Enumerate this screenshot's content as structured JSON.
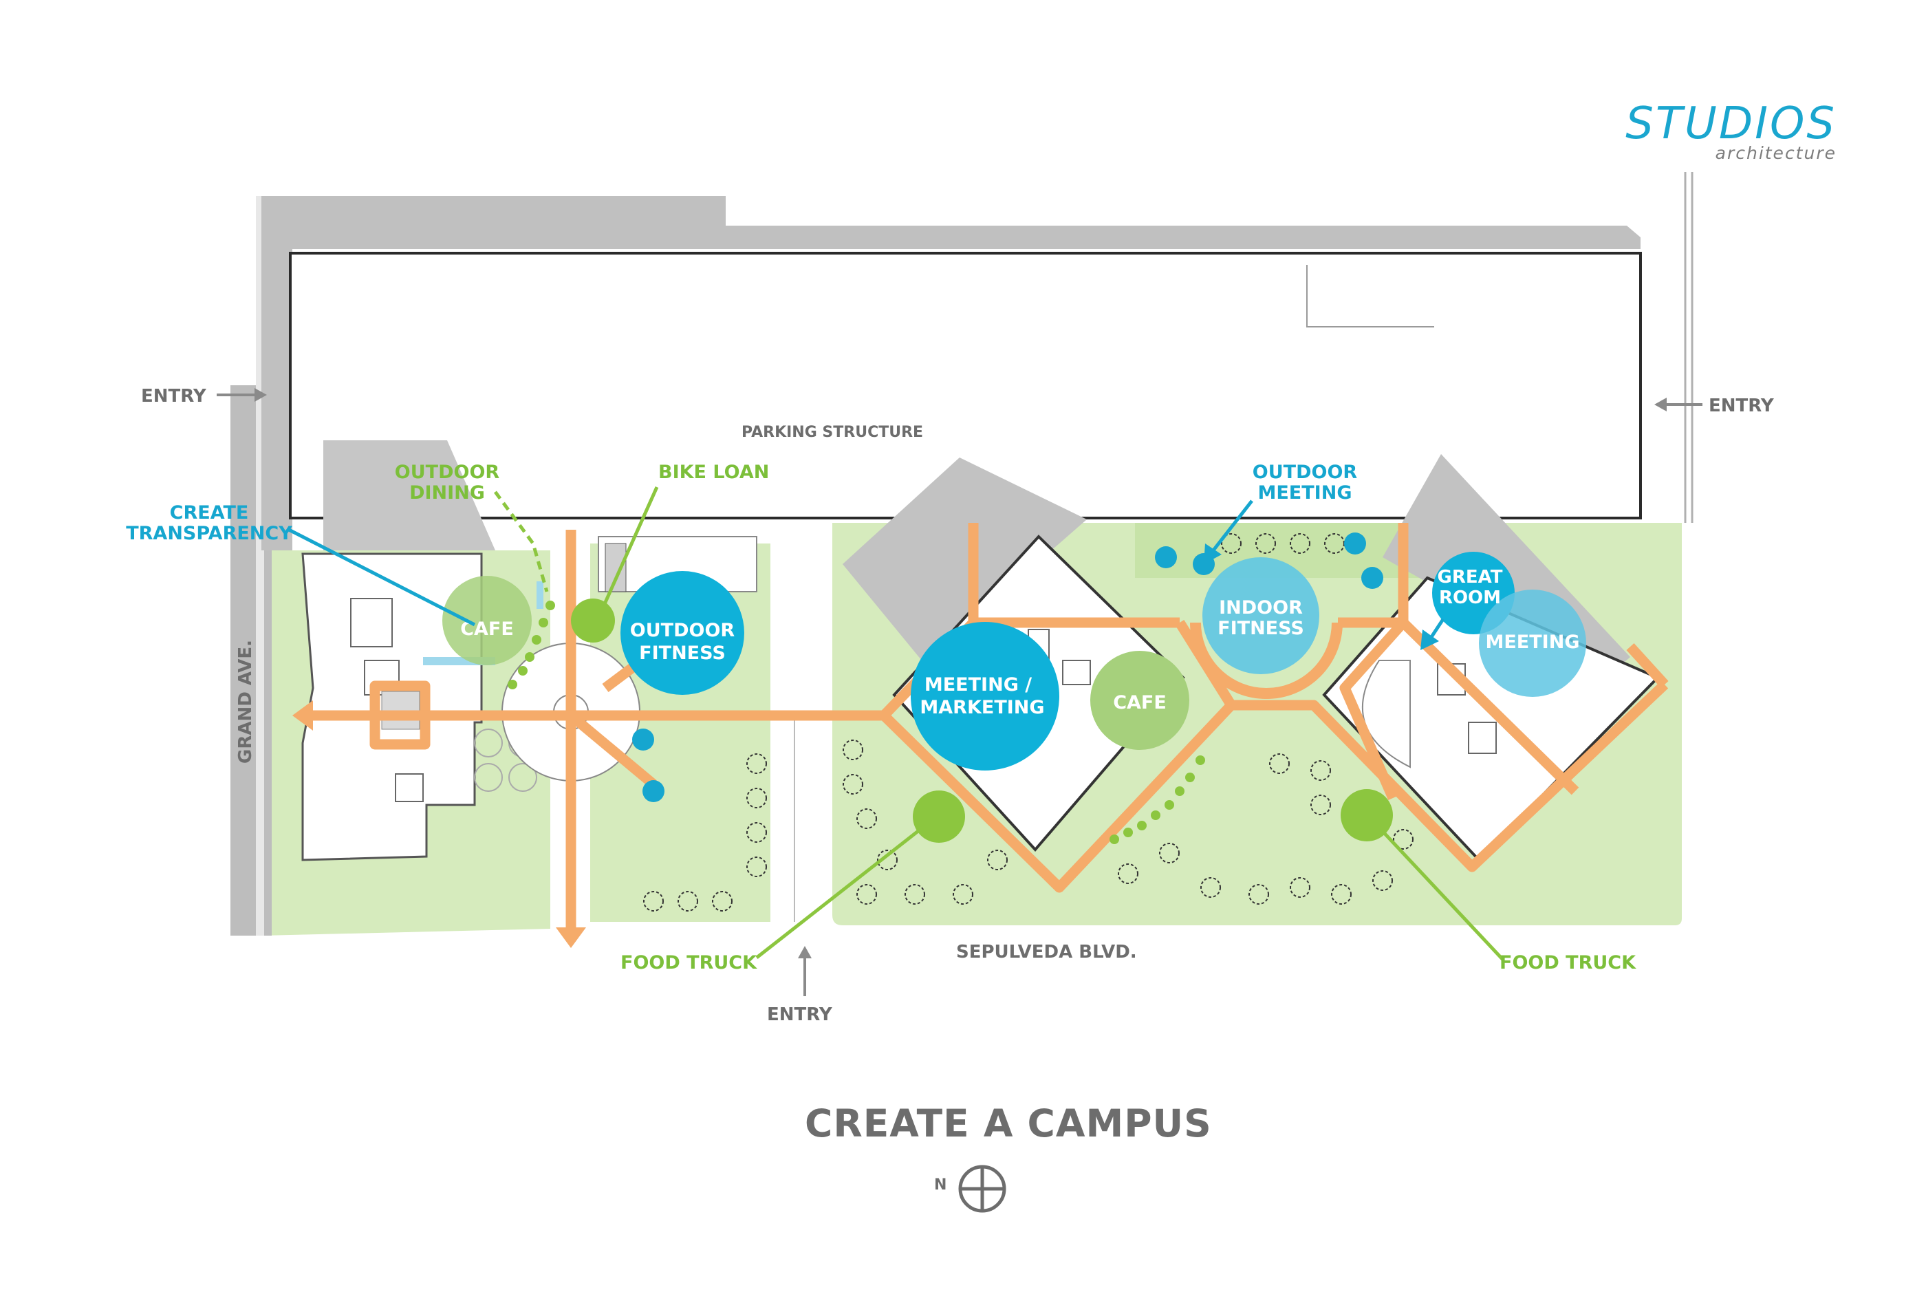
{
  "brand": {
    "name": "STUDIOS",
    "subtitle": "architecture",
    "color": "#1aa6cf"
  },
  "title": "CREATE A CAMPUS",
  "compass": {
    "letter": "N",
    "icon": "north-arrow-icon"
  },
  "colors": {
    "path": "#f5ab6a",
    "lawn": "#d6ebbd",
    "green_label": "#7cbf3a",
    "blue_label": "#16a6cf",
    "gray_label": "#6d6d6d",
    "gray_mass": "#bdbdbd"
  },
  "labels": {
    "entry_west": "ENTRY",
    "entry_east": "ENTRY",
    "entry_south": "ENTRY",
    "parking_structure": "PARKING STRUCTURE",
    "grand_ave": "GRAND AVE.",
    "sepulveda_blvd": "SEPULVEDA BLVD.",
    "outdoor_dining_1": "OUTDOOR",
    "outdoor_dining_2": "DINING",
    "bike_loan": "BIKE LOAN",
    "create_transparency_1": "CREATE",
    "create_transparency_2": "TRANSPARENCY",
    "outdoor_meeting_1": "OUTDOOR",
    "outdoor_meeting_2": "MEETING",
    "food_truck_left": "FOOD TRUCK",
    "food_truck_right": "FOOD TRUCK"
  },
  "zones": {
    "cafe_west": "CAFE",
    "outdoor_fitness_1": "OUTDOOR",
    "outdoor_fitness_2": "FITNESS",
    "meeting_marketing_1": "MEETING /",
    "meeting_marketing_2": "MARKETING",
    "cafe_center": "CAFE",
    "indoor_fitness_1": "INDOOR",
    "indoor_fitness_2": "FITNESS",
    "great_room_1": "GREAT",
    "great_room_2": "ROOM",
    "meeting_east": "MEETING"
  }
}
